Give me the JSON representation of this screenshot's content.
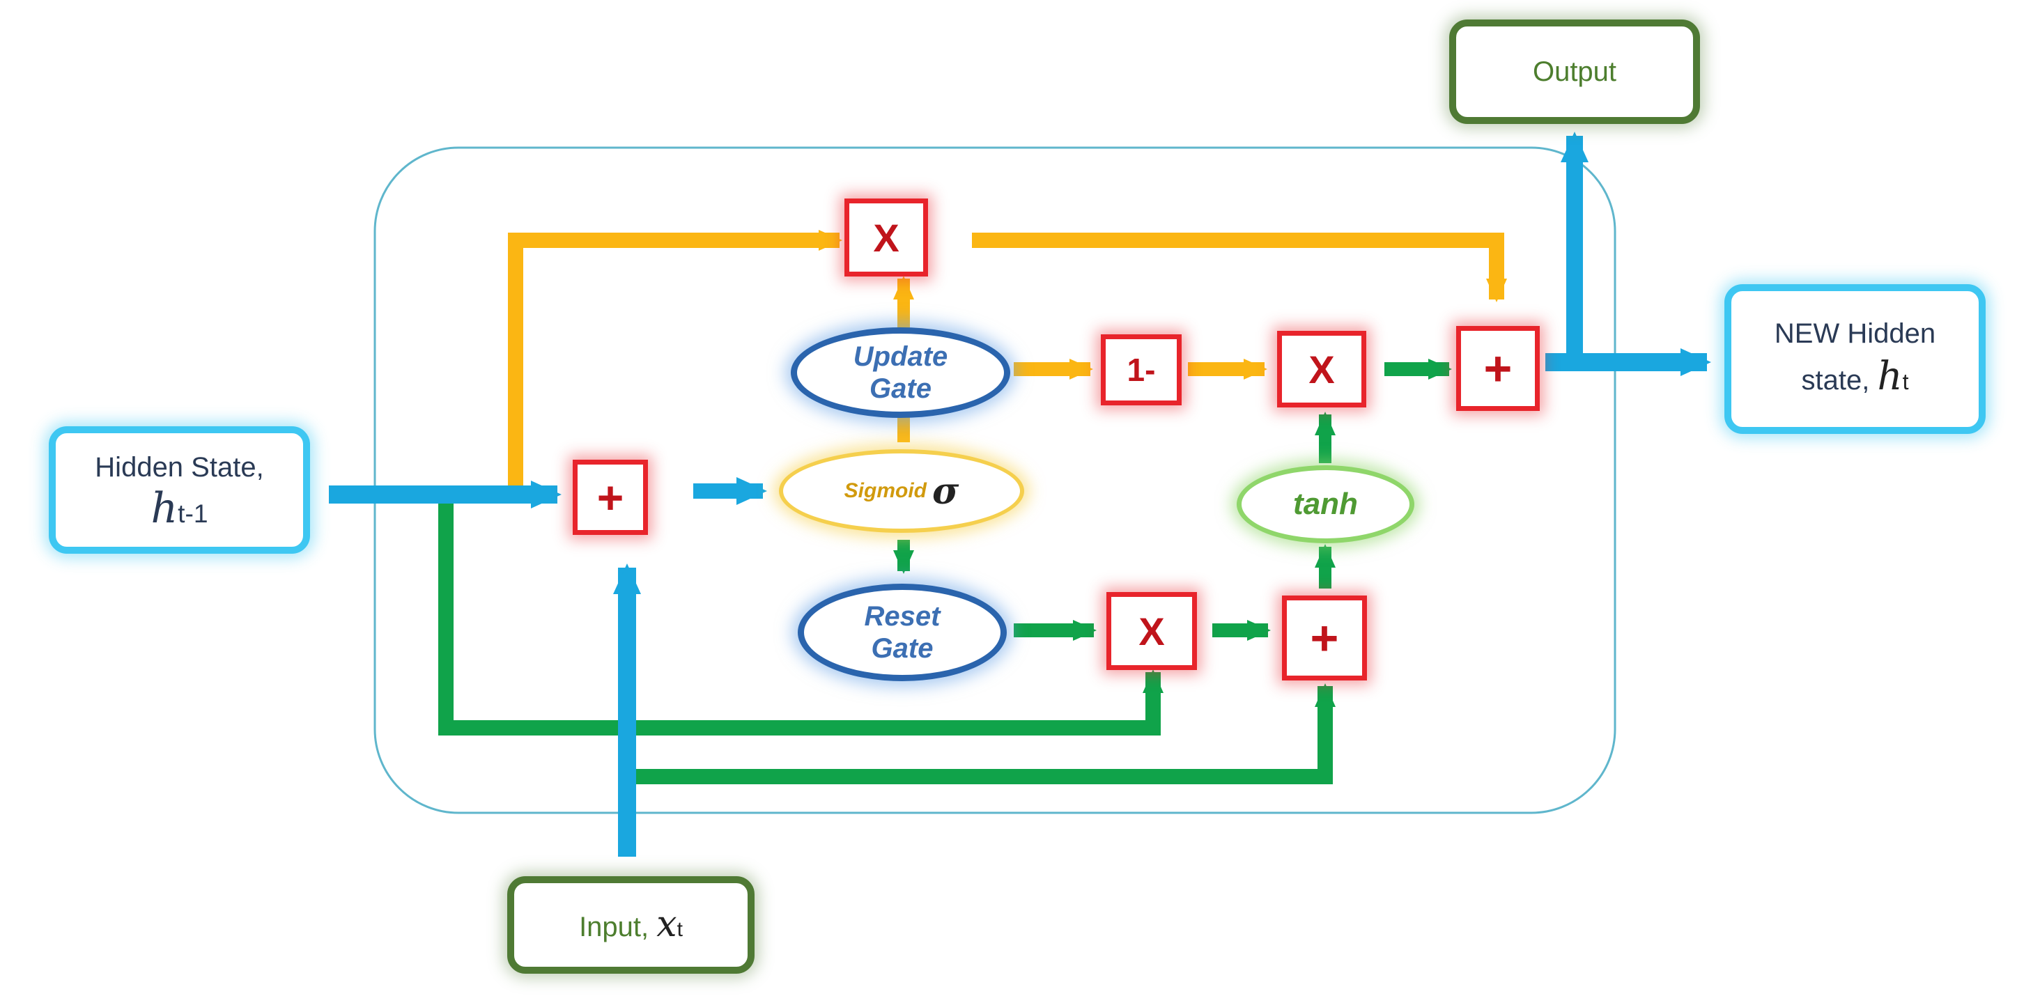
{
  "diagram": {
    "nodes": {
      "hidden_state_in": {
        "label": "Hidden State,",
        "symbol": "h",
        "subscript": "t-1"
      },
      "input": {
        "label": "Input, ",
        "symbol": "x",
        "subscript": "t"
      },
      "output": {
        "label": "Output"
      },
      "new_hidden": {
        "label_line1": "NEW Hidden",
        "label_line2": "state, ",
        "symbol": "h",
        "subscript": "t"
      },
      "update_gate": {
        "line1": "Update",
        "line2": "Gate"
      },
      "reset_gate": {
        "line1": "Reset",
        "line2": "Gate"
      },
      "sigmoid": {
        "label": "Sigmoid",
        "symbol": "σ"
      },
      "tanh": {
        "label": "tanh"
      }
    },
    "operators": {
      "add_input": "+",
      "mult_top": "X",
      "one_minus": "1-",
      "mult_right": "X",
      "add_output": "+",
      "mult_reset": "X",
      "add_candidate": "+"
    },
    "colors": {
      "blue_flow": "#1aa7df",
      "yellow_flow": "#fbb613",
      "green_flow": "#10a34a",
      "operator_red": "#e8242b",
      "gate_blue": "#2a64ad",
      "frame": "#5fb6cc"
    }
  }
}
